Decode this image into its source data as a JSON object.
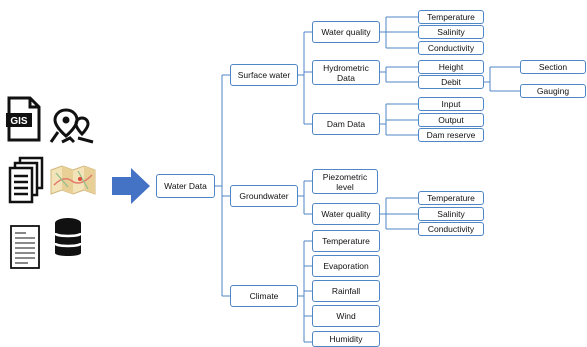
{
  "root": {
    "label": "Water Data"
  },
  "icons": {
    "gis": {
      "name": "gis-file-icon",
      "text": "GIS"
    },
    "map_pins": {
      "name": "map-pins-icon"
    },
    "documents": {
      "name": "documents-stack-icon"
    },
    "folded_map": {
      "name": "folded-map-icon"
    },
    "paper": {
      "name": "paper-document-icon"
    },
    "database": {
      "name": "database-icon"
    },
    "arrow": {
      "name": "right-arrow-icon"
    }
  },
  "categories": {
    "surface": "Surface water",
    "ground": "Groundwater",
    "climate": "Climate"
  },
  "nodes": {
    "water_quality_1": "Water quality",
    "hydrometric": "Hydrometric\nData",
    "dam_data": "Dam Data",
    "temperature_1": "Temperature",
    "salinity_1": "Salinity",
    "conductivity_1": "Conductivity",
    "height": "Height",
    "debit": "Debit",
    "section": "Section",
    "gauging": "Gauging",
    "input": "Input",
    "output": "Output",
    "dam_reserve": "Dam reserve",
    "piezometric": "Piezometric\nlevel",
    "water_quality_2": "Water quality",
    "temperature_2": "Temperature",
    "salinity_2": "Salinity",
    "conductivity_2": "Conductivity",
    "temperature_3": "Temperature",
    "evaporation": "Evaporation",
    "rainfall": "Rainfall",
    "wind": "Wind",
    "humidity": "Humidity"
  }
}
